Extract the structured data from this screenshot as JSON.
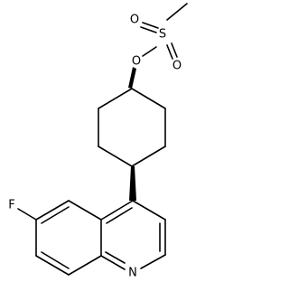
{
  "molecule": {
    "atoms": {
      "o_sulfonyl_left": "O",
      "sulfur": "S",
      "o_sulfonyl_right": "O",
      "o_ester": "O",
      "fluorine": "F",
      "nitrogen": "N"
    }
  },
  "colors": {
    "bond": "#000000",
    "background": "#ffffff"
  }
}
